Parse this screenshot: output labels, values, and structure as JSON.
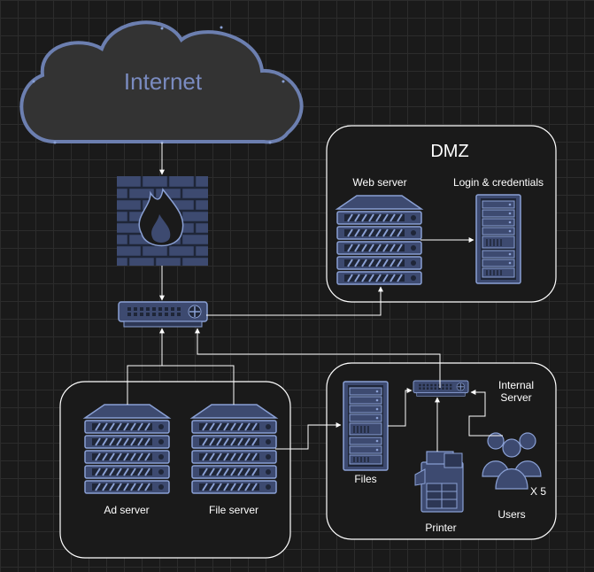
{
  "internet": {
    "label": "Internet"
  },
  "dmz": {
    "title": "DMZ",
    "web_server_label": "Web server",
    "login_label": "Login & credentials"
  },
  "lan": {
    "ad_server_label": "Ad server",
    "file_server_label": "File server"
  },
  "internal": {
    "title_line1": "Internal",
    "title_line2": "Server",
    "files_label": "Files",
    "printer_label": "Printer",
    "users_label": "Users",
    "users_multiplier": "X 5"
  },
  "colors": {
    "background": "#1a1a1a",
    "cloud_fill": "#333333",
    "cloud_stroke": "#6c7fb0",
    "internet_text": "#7a8bc0",
    "device": "#3d4a70",
    "device_light": "#8aa0d4",
    "connector": "#ffffff",
    "zone_border": "#ffffff"
  }
}
